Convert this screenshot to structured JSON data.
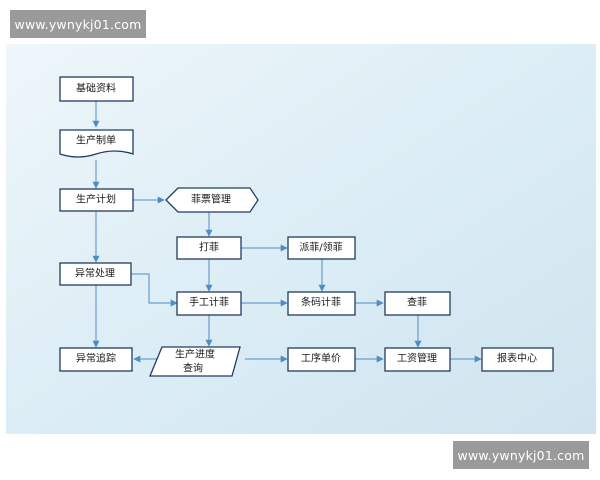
{
  "watermark": {
    "top": "www.ywnykj01.com",
    "bottom": "www.ywnykj01.com"
  },
  "colors": {
    "background_panel": "#dcedf5",
    "node_fill": "#ffffff",
    "node_border": "#1f3c63",
    "arrow": "#4e8cc4"
  },
  "nodes": {
    "basic_data": "基础资料",
    "production_order": "生产制单",
    "production_plan": "生产计划",
    "ticket_management": "菲票管理",
    "print_ticket": "打菲",
    "dispatch_receive_ticket": "派菲/领菲",
    "exception_handling": "异常处理",
    "manual_piece_count": "手工计菲",
    "barcode_piece_count": "条码计菲",
    "check_ticket": "查菲",
    "exception_tracking": "异常追踪",
    "production_progress_query_line1": "生产进度",
    "production_progress_query_line2": "查询",
    "process_unit_price": "工序单价",
    "wage_management": "工资管理",
    "report_center": "报表中心"
  }
}
